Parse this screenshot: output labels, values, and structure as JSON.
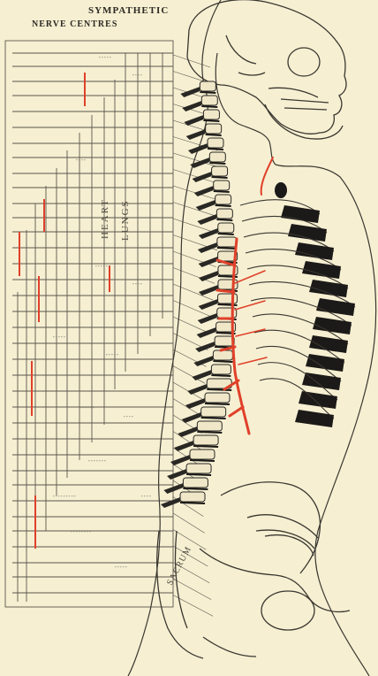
{
  "title": {
    "line1": "SYMPATHETIC",
    "line2": "NERVE CENTRES"
  },
  "heart_label": "HEART",
  "lungs_label": "LUNGS",
  "sacrum_label": "SACRUM",
  "colors": {
    "paper": "#f6efd2",
    "ink": "#2c2a24",
    "sympathetic_chain": "#e0402a",
    "rib_shading": "#1c1a18"
  }
}
